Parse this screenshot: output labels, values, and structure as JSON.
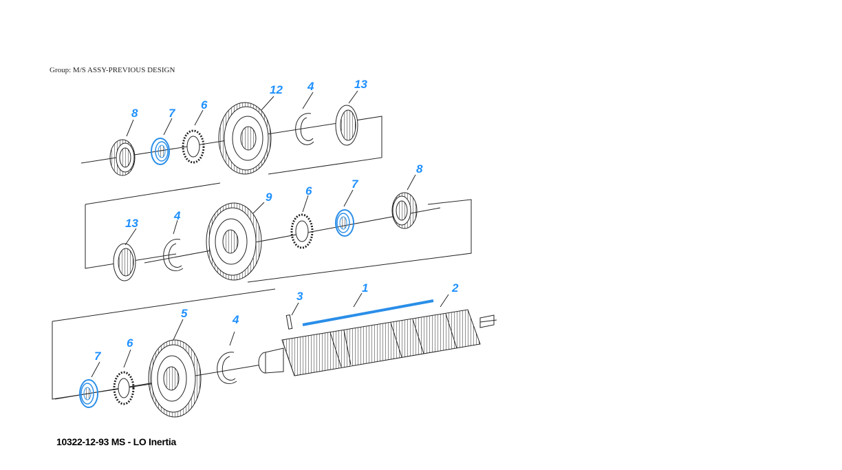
{
  "header": {
    "group_label": "Group: M/S ASSY-PREVIOUS DESIGN"
  },
  "caption": "10322-12-93 MS - LO Inertia",
  "colors": {
    "callout": "#1e90ff",
    "highlight_part": "#2a8ee8",
    "line": "#222222"
  },
  "callouts": [
    {
      "id": "c12a",
      "text": "12"
    },
    {
      "id": "c4a",
      "text": "4"
    },
    {
      "id": "c13a",
      "text": "13"
    },
    {
      "id": "c8a",
      "text": "8"
    },
    {
      "id": "c7a",
      "text": "7"
    },
    {
      "id": "c6a",
      "text": "6"
    },
    {
      "id": "c9",
      "text": "9"
    },
    {
      "id": "c6b",
      "text": "6"
    },
    {
      "id": "c7b",
      "text": "7"
    },
    {
      "id": "c8b",
      "text": "8"
    },
    {
      "id": "c13b",
      "text": "13"
    },
    {
      "id": "c4b",
      "text": "4"
    },
    {
      "id": "c3",
      "text": "3"
    },
    {
      "id": "c1",
      "text": "1"
    },
    {
      "id": "c2",
      "text": "2"
    },
    {
      "id": "c5",
      "text": "5"
    },
    {
      "id": "c4c",
      "text": "4"
    },
    {
      "id": "c6c",
      "text": "6"
    },
    {
      "id": "c7c",
      "text": "7"
    }
  ]
}
